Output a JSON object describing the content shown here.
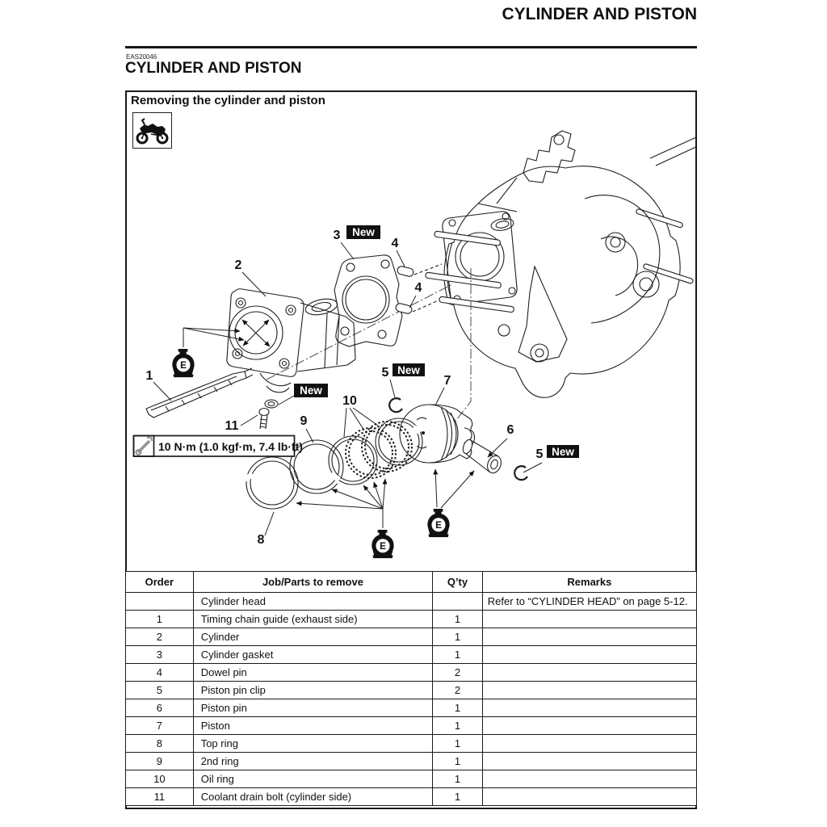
{
  "page": {
    "header_title": "CYLINDER AND PISTON",
    "section_code": "EAS20046",
    "section_title": "CYLINDER AND PISTON"
  },
  "figure": {
    "caption": "Removing the cylinder and piston",
    "motorcycle_icon": "motorcycle",
    "torque_label": "10 N·m (1.0 kgf·m, 7.4 lb·ft)",
    "new_label": "New",
    "oil_symbol": "E",
    "callouts": {
      "n1": "1",
      "n2": "2",
      "n3": "3",
      "n4": "4",
      "n5": "5",
      "n6": "6",
      "n7": "7",
      "n8": "8",
      "n9": "9",
      "n10": "10",
      "n11": "11"
    }
  },
  "table": {
    "headers": [
      "Order",
      "Job/Parts to remove",
      "Q’ty",
      "Remarks"
    ],
    "rows": [
      {
        "order": "",
        "job": "Cylinder head",
        "qty": "",
        "remarks": "Refer to “CYLINDER HEAD” on page 5-12."
      },
      {
        "order": "1",
        "job": "Timing chain guide (exhaust side)",
        "qty": "1",
        "remarks": ""
      },
      {
        "order": "2",
        "job": "Cylinder",
        "qty": "1",
        "remarks": ""
      },
      {
        "order": "3",
        "job": "Cylinder gasket",
        "qty": "1",
        "remarks": ""
      },
      {
        "order": "4",
        "job": "Dowel pin",
        "qty": "2",
        "remarks": ""
      },
      {
        "order": "5",
        "job": "Piston pin clip",
        "qty": "2",
        "remarks": ""
      },
      {
        "order": "6",
        "job": "Piston pin",
        "qty": "1",
        "remarks": ""
      },
      {
        "order": "7",
        "job": "Piston",
        "qty": "1",
        "remarks": ""
      },
      {
        "order": "8",
        "job": "Top ring",
        "qty": "1",
        "remarks": ""
      },
      {
        "order": "9",
        "job": "2nd ring",
        "qty": "1",
        "remarks": ""
      },
      {
        "order": "10",
        "job": "Oil ring",
        "qty": "1",
        "remarks": ""
      },
      {
        "order": "11",
        "job": "Coolant drain bolt (cylinder side)",
        "qty": "1",
        "remarks": ""
      }
    ]
  }
}
